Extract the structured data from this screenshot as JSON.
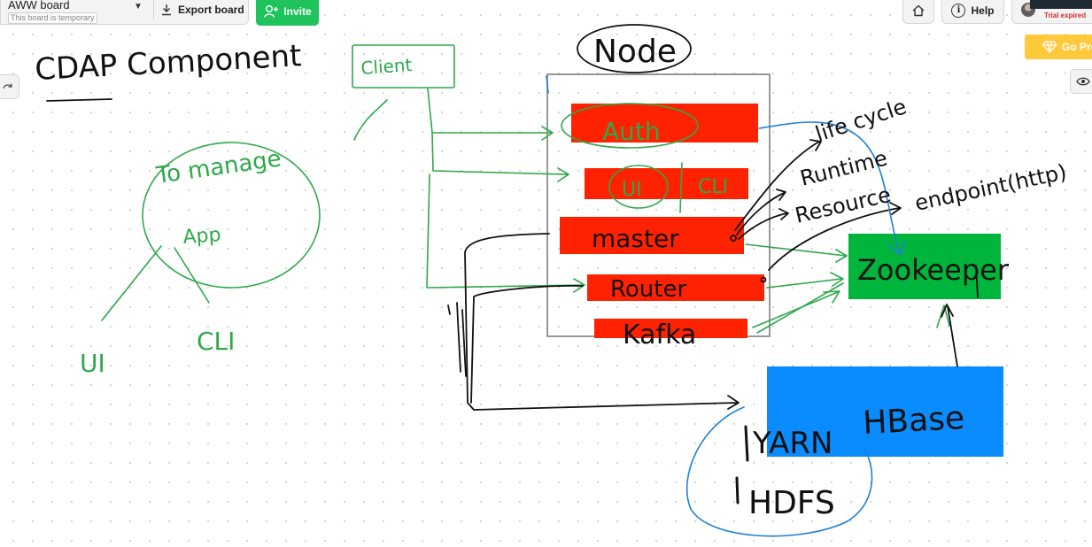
{
  "toolbar": {
    "board_name": "AWW board",
    "board_badge": "This board is temporary",
    "export_label": "Export board",
    "invite_label": "Invite",
    "help_label": "Help",
    "trial_label": "Trial expired",
    "gopro_label": "Go Pro"
  },
  "icons": {
    "dropdown": "chevron-down-icon",
    "export": "download-icon",
    "invite": "add-user-icon",
    "home": "home-icon",
    "help": "info-icon",
    "gopro": "diamond-icon",
    "left_tab": "redo-icon",
    "right_tab": "eye-icon"
  },
  "colors": {
    "green_accent": "#1ec35c",
    "gold_accent": "#ffc93c",
    "red_block": "#ff2200",
    "green_block": "#00b53c",
    "blue_block": "#0a8cff",
    "ink_green": "#2ea84a",
    "ink_black": "#111111",
    "ink_blue": "#1f7fd6"
  },
  "whiteboard": {
    "title": "CDAP Component",
    "circle_text": "To manage",
    "circle_sub": "App",
    "left_ui": "UI",
    "left_cli": "CLI",
    "client": "Client",
    "node": "Node",
    "auth": "Auth",
    "ui": "UI",
    "cli": "CLI",
    "master": "master",
    "router": "Router",
    "kafka": "Kafka",
    "life_cycle": "life cycle",
    "runtime": "Runtime",
    "resource": "Resource",
    "endpoint": "endpoint(http)",
    "zookeeper": "Zookeeper",
    "hbase": "HBase",
    "yarn": "YARN",
    "hdfs": "HDFS"
  }
}
